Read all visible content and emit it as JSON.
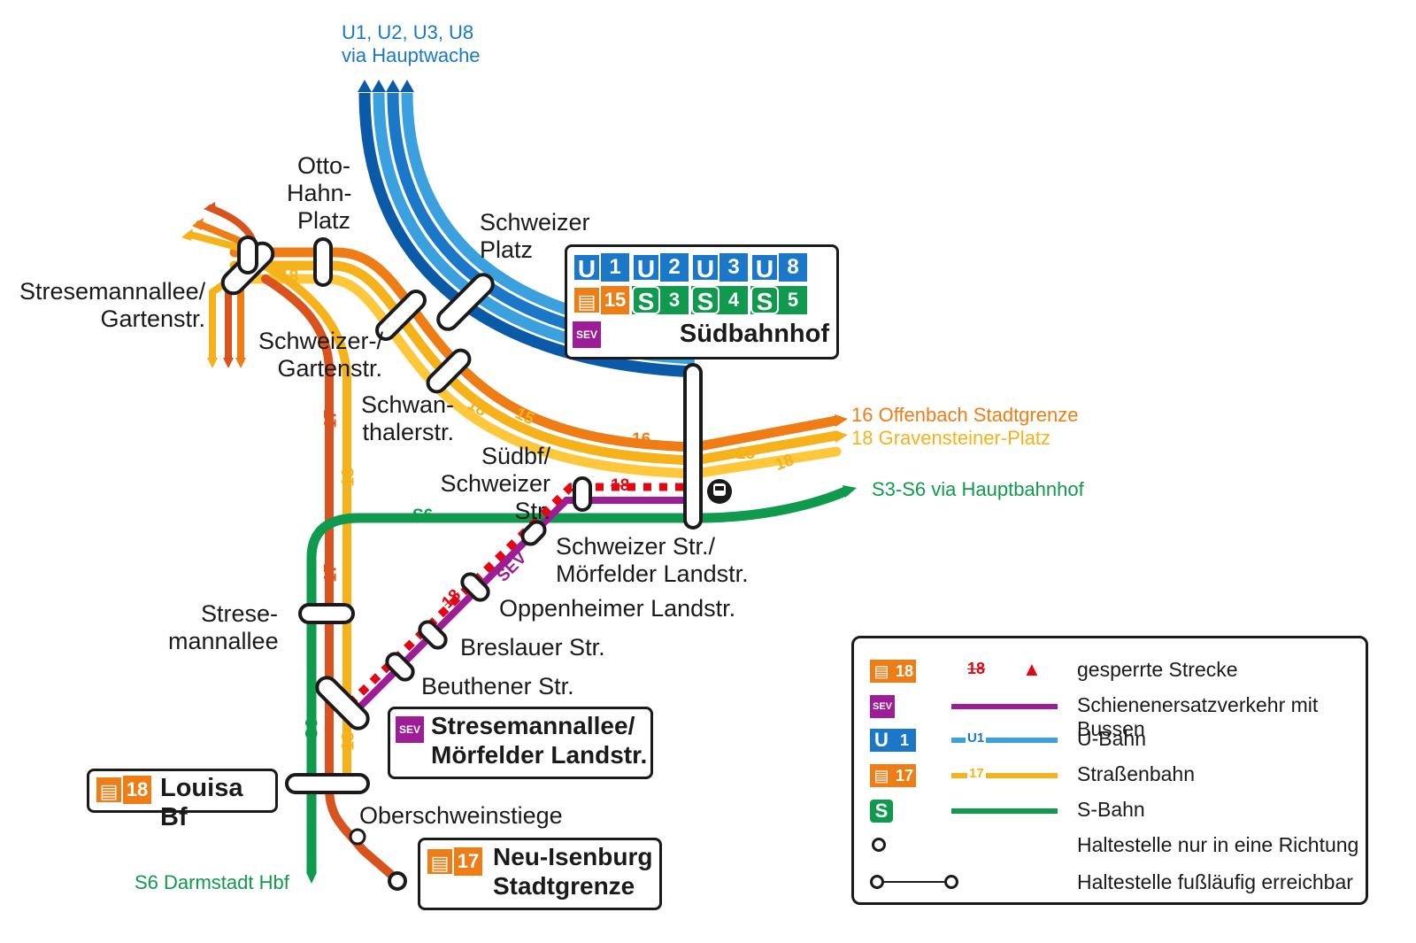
{
  "colors": {
    "u_dark": "#0a5aa8",
    "u_mid": "#1b78c8",
    "u_light": "#3aa0de",
    "tram_orange": "#ee7d16",
    "tram_yellow": "#f5b21a",
    "tram_red": "#d9531e",
    "sbahn": "#0f9a4e",
    "sev": "#9d1d96",
    "closed": "#e30613"
  },
  "destinations": {
    "north_u_lines": "U1, U2, U3, U8",
    "north_u_via": "via Hauptwache",
    "east_16": "16 Offenbach Stadtgrenze",
    "east_18": "18 Gravensteiner-Platz",
    "east_s": "S3-S6 via Hauptbahnhof",
    "south_s6": "S6 Darmstadt Hbf"
  },
  "stops": {
    "otto_hahn": [
      "Otto-",
      "Hahn-",
      "Platz"
    ],
    "stresemann_garten": [
      "Stresemannallee/",
      "Gartenstr."
    ],
    "schweizer_garten": [
      "Schweizer-/",
      "Gartenstr."
    ],
    "schweizer_platz": [
      "Schweizer",
      "Platz"
    ],
    "schwanthaler": [
      "Schwan-",
      "thalerstr."
    ],
    "suedbf_schweizer": [
      "Südbf/",
      "Schweizer Str."
    ],
    "schweizer_moerfelder": [
      "Schweizer Str./",
      "Mörfelder Landstr."
    ],
    "oppenheimer": "Oppenheimer Landstr.",
    "breslauer": "Breslauer Str.",
    "beuthener": "Beuthener Str.",
    "stresemannallee": [
      "Strese-",
      "mannallee"
    ],
    "oberschweinstiege": "Oberschweinstiege"
  },
  "hub_suedbahnhof": {
    "name": "Südbahnhof",
    "u_badges": [
      {
        "letter": "U",
        "num": "1"
      },
      {
        "letter": "U",
        "num": "2"
      },
      {
        "letter": "U",
        "num": "3"
      },
      {
        "letter": "U",
        "num": "8"
      }
    ],
    "tram_num": "15",
    "s_badges": [
      {
        "letter": "S",
        "num": "3"
      },
      {
        "letter": "S",
        "num": "4"
      },
      {
        "letter": "S",
        "num": "5"
      }
    ],
    "sev": "SEV"
  },
  "hub_stresemann_moerfelder": {
    "sev": "SEV",
    "name": [
      "Stresemannallee/",
      "Mörfelder Landstr."
    ]
  },
  "hub_louisa": {
    "tram_num": "18",
    "name": "Louisa Bf"
  },
  "hub_neu_isenburg": {
    "tram_num": "17",
    "name": [
      "Neu-Isenburg",
      "Stadtgrenze"
    ]
  },
  "line_labels": {
    "l18": "18",
    "l15": "15",
    "l16": "16",
    "l17": "17",
    "s6": "S6",
    "sev": "SEV",
    "closed18": "18"
  },
  "legend": {
    "items": [
      {
        "key": "closed",
        "badge": "18",
        "sample": "18",
        "text": "gesperrte Strecke"
      },
      {
        "key": "sev",
        "badge": "SEV",
        "sample": "",
        "text": "Schienenersatzverkehr mit Bussen"
      },
      {
        "key": "ubahn",
        "badge": "1",
        "sample": "U1",
        "text": "U-Bahn"
      },
      {
        "key": "tram",
        "badge": "17",
        "sample": "17",
        "text": "Straßenbahn"
      },
      {
        "key": "sbahn",
        "badge": "S",
        "sample": "",
        "text": "S-Bahn"
      },
      {
        "key": "oneway",
        "badge": "",
        "sample": "",
        "text": "Haltestelle nur in eine Richtung"
      },
      {
        "key": "walk",
        "badge": "",
        "sample": "",
        "text": "Haltestelle fußläufig erreichbar"
      }
    ]
  }
}
